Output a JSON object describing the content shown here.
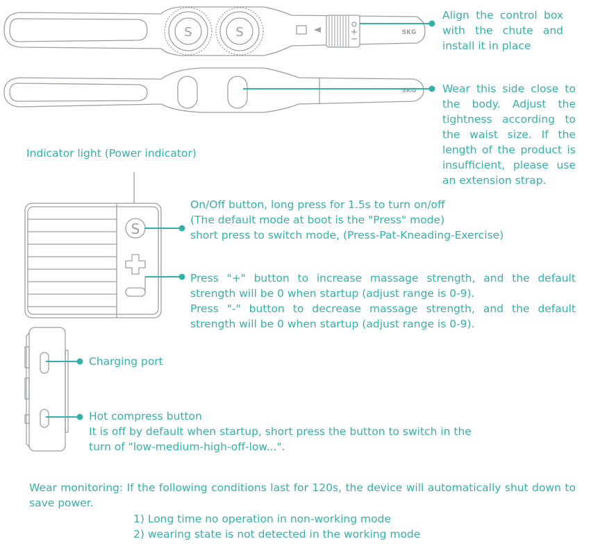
{
  "callouts": {
    "align": "Align the control box with the chute and install it in place",
    "wear_side": "Wear this side close to the body. Adjust the tightness according to the waist size. If the length of the product is insufficient, please use an extension strap.",
    "indicator": "Indicator light (Power indicator)",
    "onoff": [
      "On/Off button, long press for 1.5s to turn on/off",
      "(The default mode at boot is the \"Press\" mode)",
      "short press to switch mode, (Press-Pat-Kneading-Exercise)"
    ],
    "plus_line": "Press \"+\" button to increase massage strength, and the default strength will be 0 when startup (adjust range is 0-9).",
    "minus_line": "Press \"-\" button to decrease massage strength, and the default strength will be 0 when startup (adjust range is 0-9).",
    "charging": "Charging port",
    "hot_title": "Hot compress button",
    "hot_desc": "It is off by default when startup, short press the button to switch in the turn of \"low-medium-high-off-low...\"."
  },
  "device_labels": {
    "knob_glyph": "S",
    "box_label": "SKG",
    "button_glyph": "S"
  },
  "footer": {
    "intro": "Wear monitoring: If the following conditions last for 120s, the device will automatically shut down to save power.",
    "items": [
      "1) Long time no operation in non-working mode",
      "2) wearing state is not detected in the working mode"
    ]
  },
  "colors": {
    "accent": "#35b0a8",
    "line_art": "#9aa0a6"
  }
}
